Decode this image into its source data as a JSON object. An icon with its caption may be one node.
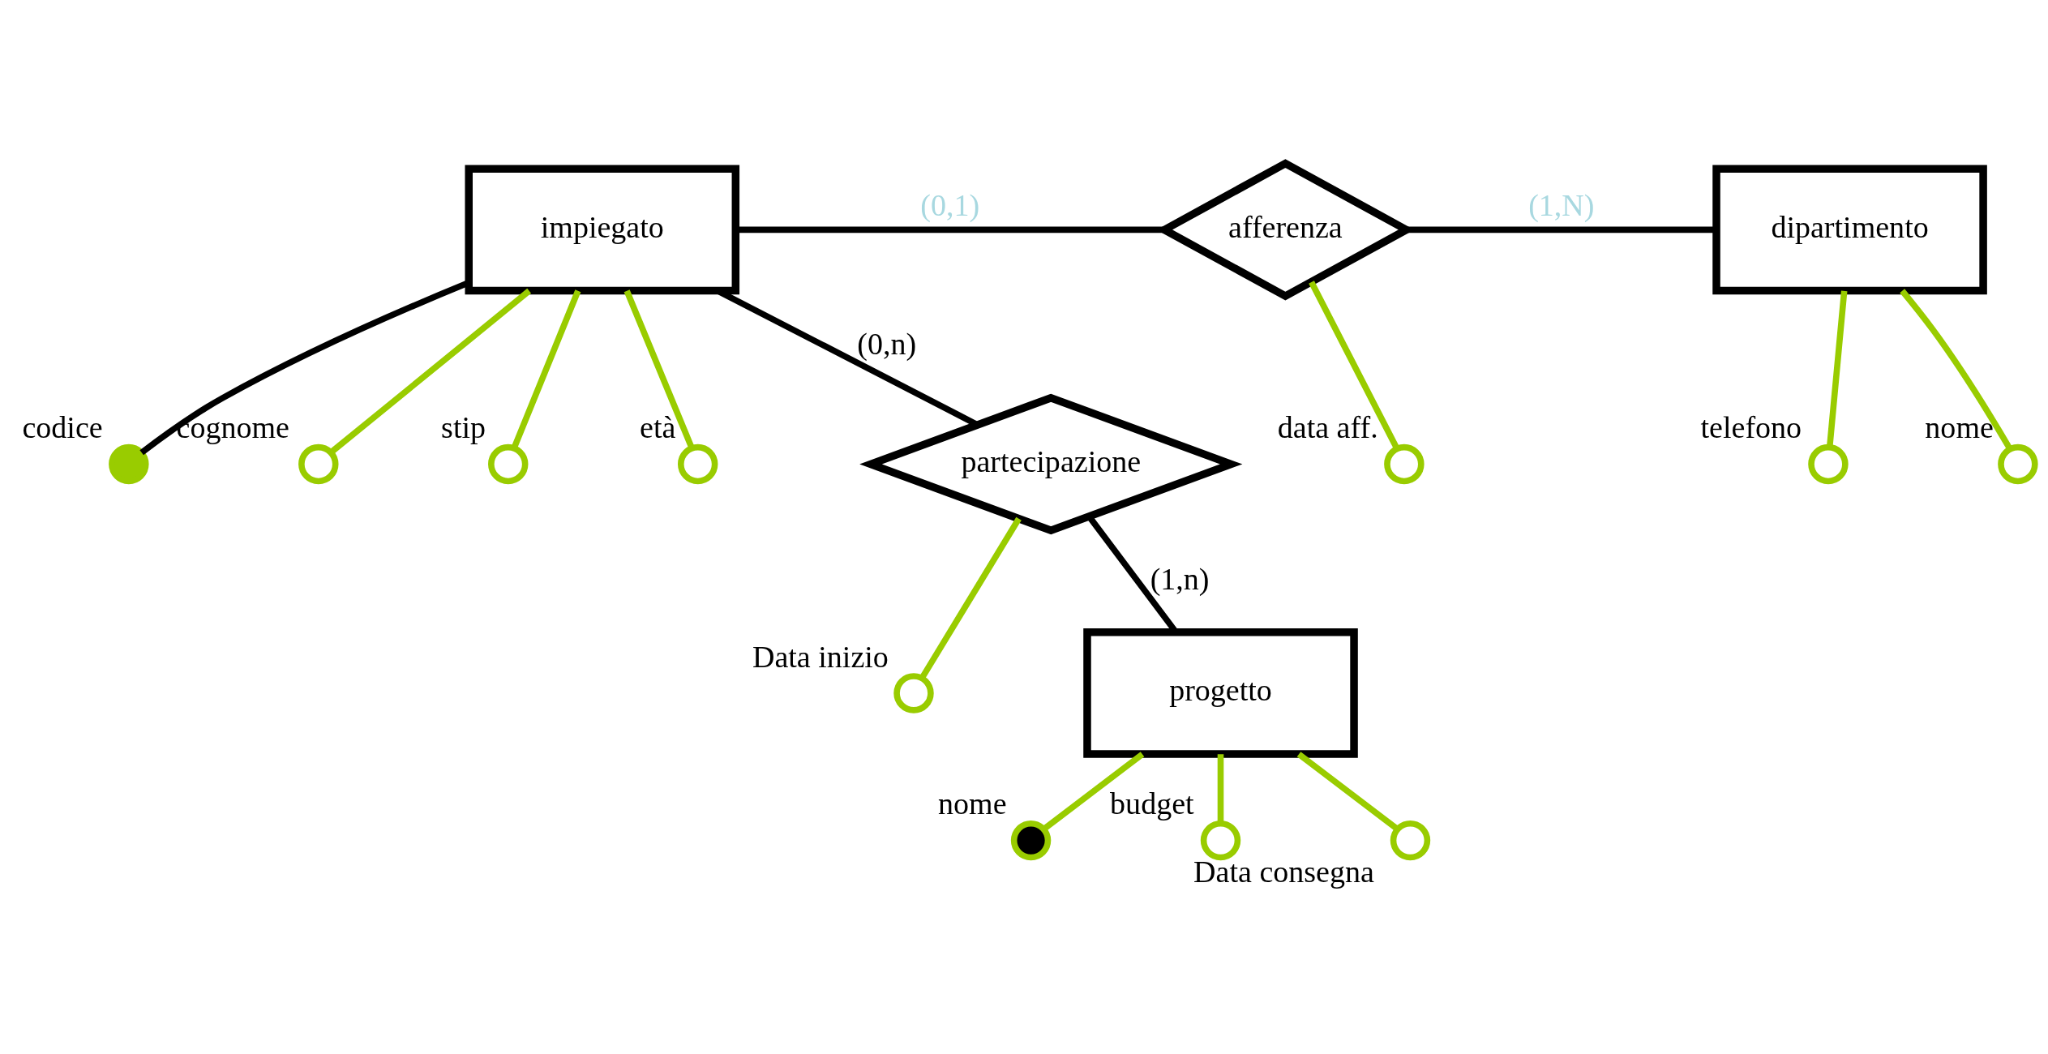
{
  "diagram": {
    "nodes": [
      {
        "text": [],
        "shape": "dot",
        "beside": [
          "codice"
        ]
      },
      {
        "text": [],
        "shape": "circle",
        "beside": [
          "cognome"
        ]
      },
      {
        "text": [],
        "shape": "circle",
        "beside": [
          "stip"
        ]
      },
      {
        "text": [],
        "shape": "circle",
        "beside": [
          "età"
        ]
      },
      {
        "text": [
          "impiegato"
        ]
      },
      {
        "text": [
          "afferenza"
        ]
      },
      {
        "text": [
          "dipartimento"
        ]
      },
      {
        "text": [],
        "shape": "circle",
        "beside": [
          "telefono"
        ]
      },
      {
        "text": [],
        "shape": "circle",
        "beside": [
          "nome"
        ]
      },
      {
        "text": [],
        "shape": "circle",
        "beside": [
          "data aff."
        ]
      },
      {
        "text": [
          "partecipazione"
        ]
      },
      {
        "text": [],
        "shape": "circle",
        "beside": [
          "Data inizio"
        ]
      },
      {
        "text": [],
        "shape": "dot",
        "beside": [
          "nome"
        ]
      },
      {
        "text": [],
        "shape": "circle",
        "beside": [
          "budget"
        ]
      },
      {
        "text": [],
        "shape": "circle",
        "beside": [
          "Data consegna"
        ]
      },
      {
        "text": [
          "progetto"
        ]
      }
    ],
    "edges": [
      {
        "from": 4,
        "to": 0,
        "arrow": "none",
        "color": "#000000"
      },
      {
        "from": 4,
        "to": 1,
        "arrow": "none"
      },
      {
        "from": 4,
        "to": 2,
        "arrow": "none"
      },
      {
        "from": 4,
        "to": 3,
        "arrow": "none"
      },
      {
        "from": 4,
        "to": 5,
        "arrow": "none",
        "label": "(0,1)",
        "color": "#000000"
      },
      {
        "from": 5,
        "to": 6,
        "arrow": "none",
        "label": "(1,N)",
        "color": "#000000"
      },
      {
        "from": 6,
        "to": 7,
        "arrow": "none"
      },
      {
        "from": 6,
        "to": 8,
        "arrow": "none"
      },
      {
        "from": 5,
        "to": 9,
        "arrow": "none"
      },
      {
        "from": 4,
        "to": 10,
        "arrow": "none",
        "label": "(0,n)",
        "color": "#000000"
      },
      {
        "from": 10,
        "to": 15,
        "arrow": "none",
        "label": "(1,n)",
        "color": "#000000"
      },
      {
        "from": 10,
        "to": 11,
        "arrow": "none"
      },
      {
        "from": 15,
        "to": 12,
        "arrow": "none"
      },
      {
        "from": 15,
        "to": 13,
        "arrow": "none"
      },
      {
        "from": 15,
        "to": 14,
        "arrow": "none"
      }
    ]
  }
}
